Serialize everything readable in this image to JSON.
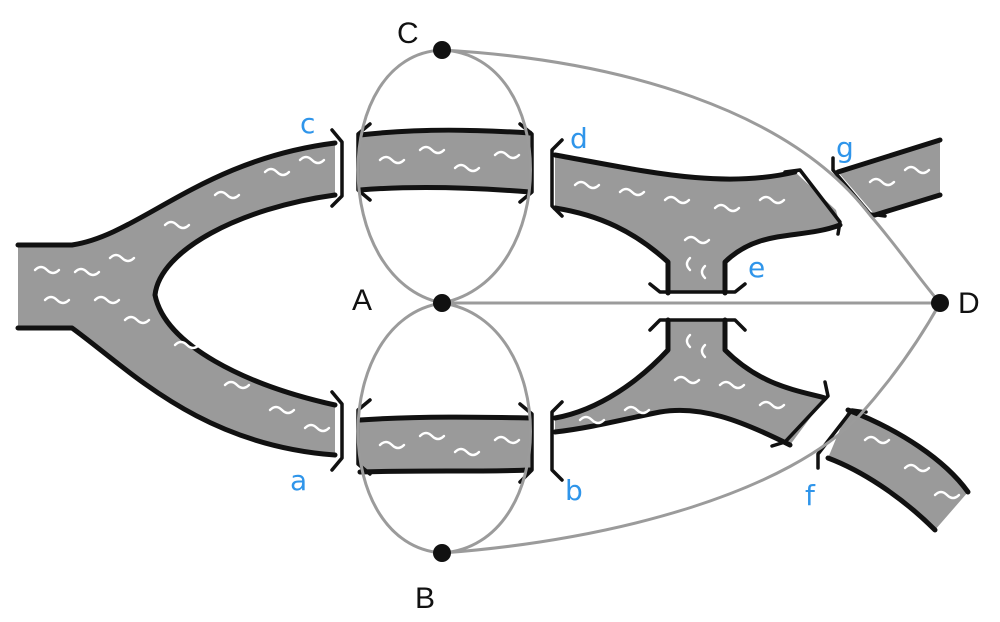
{
  "diagram": {
    "nodes": {
      "A": "A",
      "B": "B",
      "C": "C",
      "D": "D"
    },
    "bridges": {
      "a": "a",
      "b": "b",
      "c": "c",
      "d": "d",
      "e": "e",
      "f": "f",
      "g": "g"
    },
    "colors": {
      "river": "#9a9a9a",
      "bank": "#111111",
      "edge": "#9b9b9b",
      "bridge_label": "#2f95ea",
      "node": "#111111"
    }
  }
}
